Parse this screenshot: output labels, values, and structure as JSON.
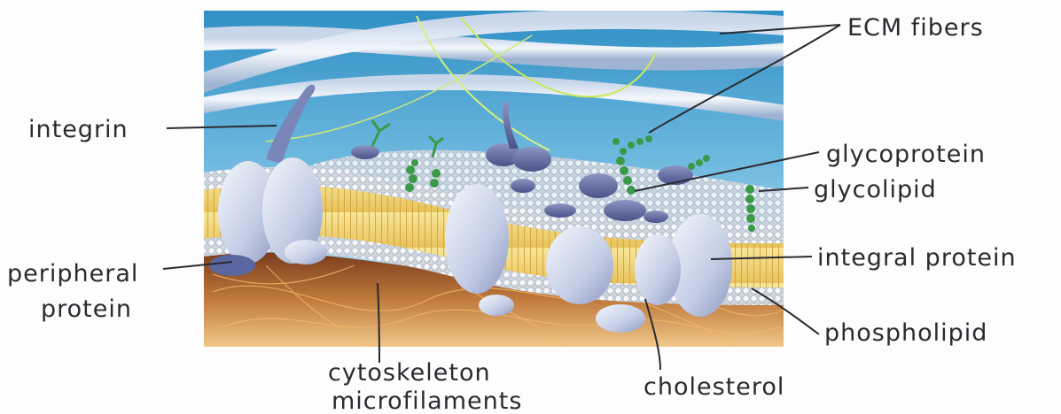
{
  "labels": {
    "ecm_fibers": "ECM fibers",
    "integrin": "integrin",
    "glycoprotein": "glycoprotein",
    "glycolipid": "glycolipid",
    "integral_protein": "integral protein",
    "peripheral_protein_line1": "peripheral",
    "peripheral_protein_line2": "protein",
    "phospholipid": "phospholipid",
    "cytoskeleton_line1": "cytoskeleton",
    "cytoskeleton_line2": "microfilaments",
    "cholesterol": "cholesterol"
  }
}
